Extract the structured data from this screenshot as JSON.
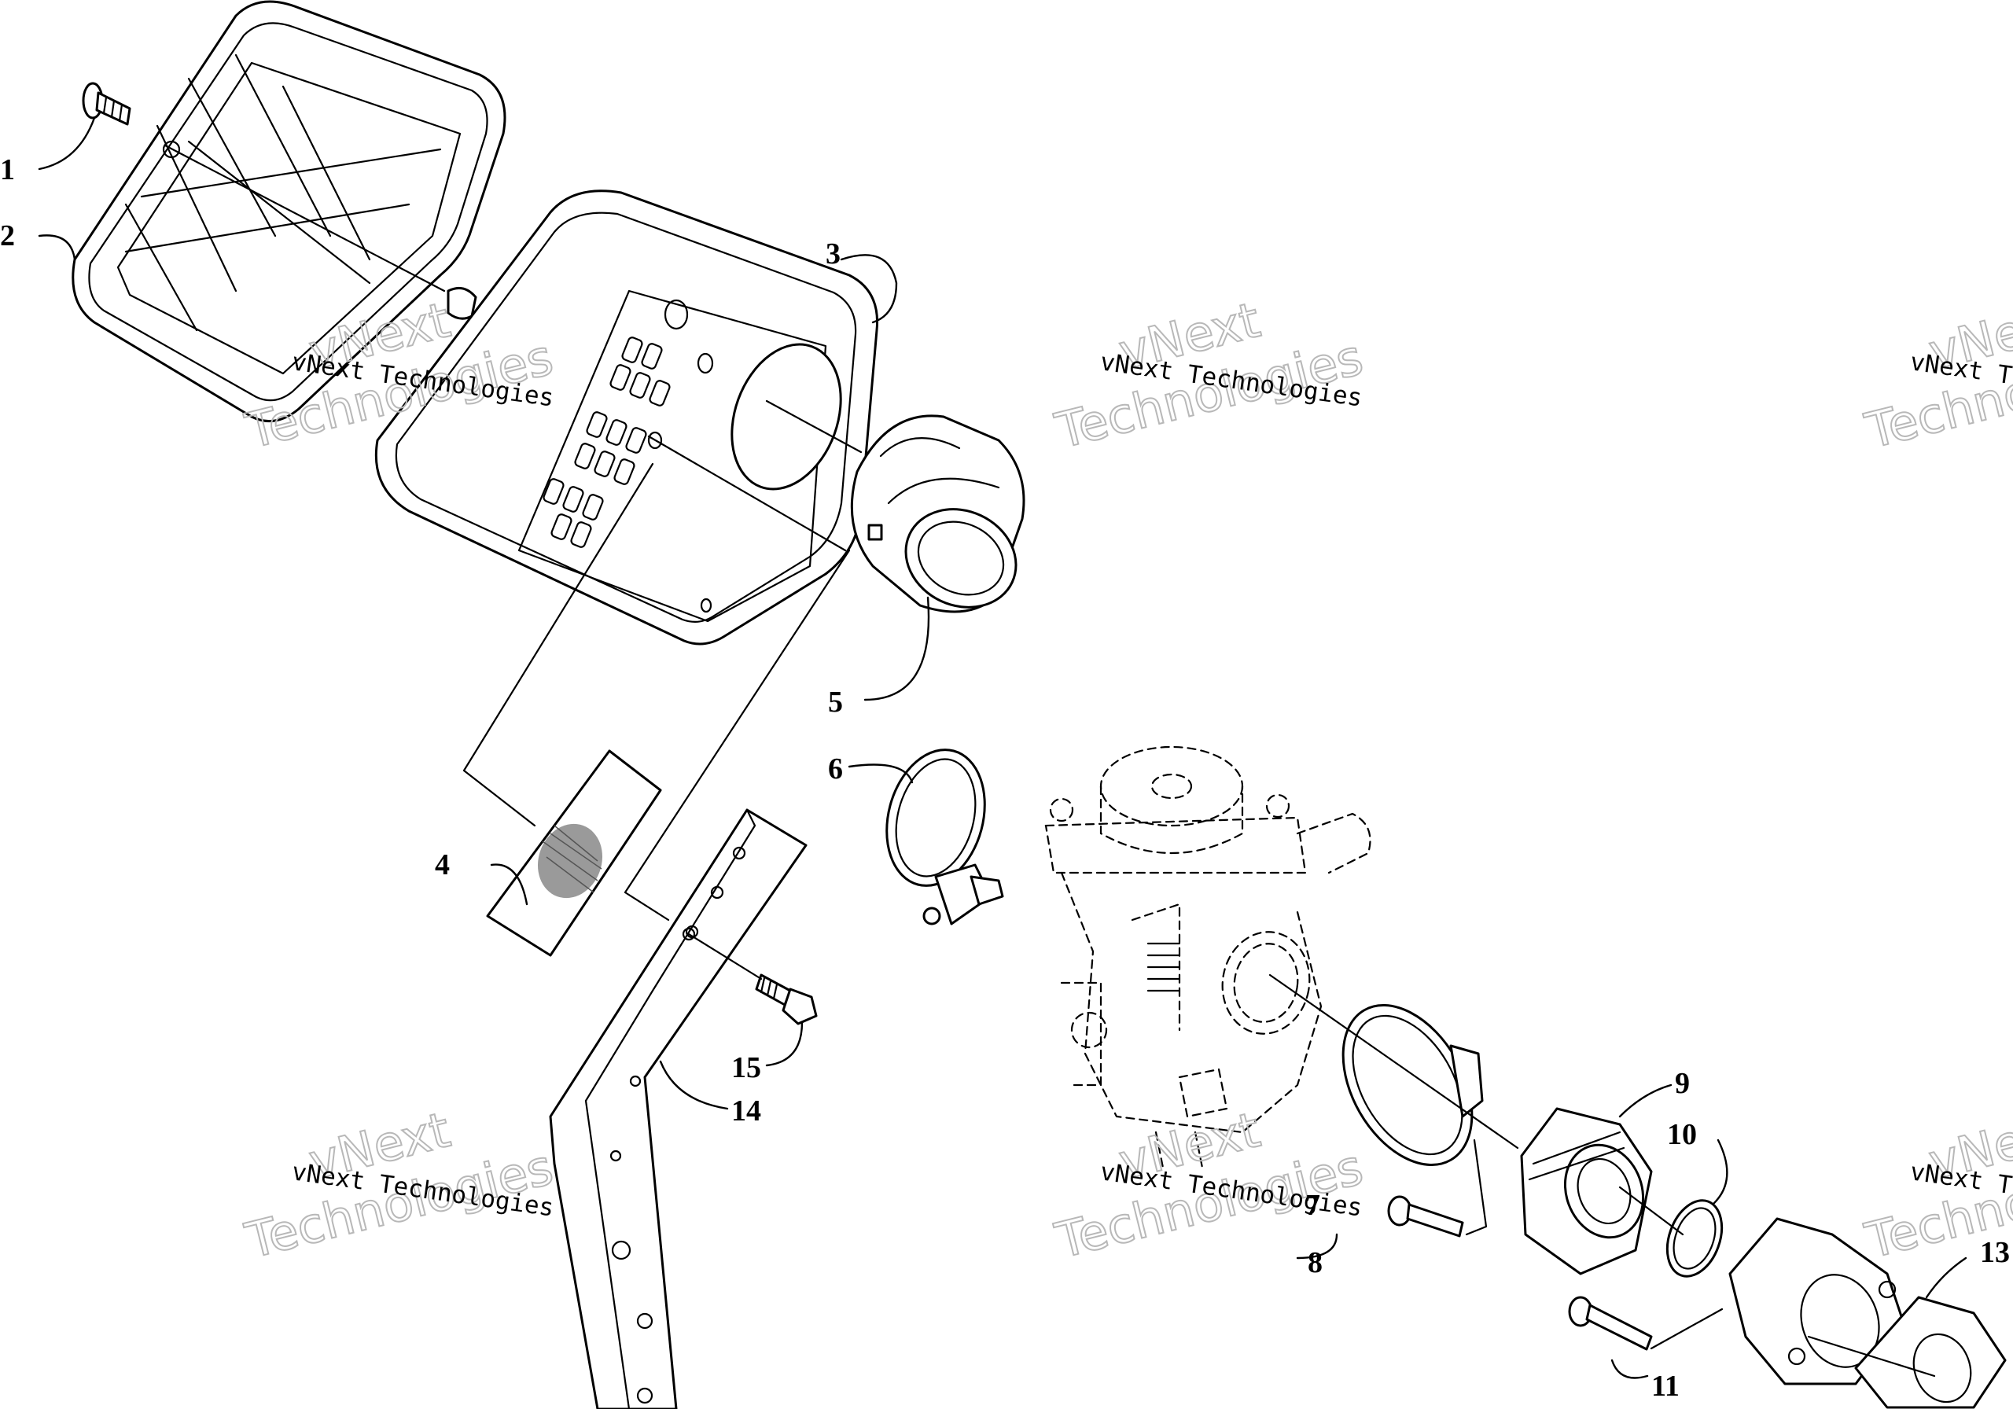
{
  "labels": {
    "l1": "1",
    "l2": "2",
    "l3": "3",
    "l4": "4",
    "l5": "5",
    "l6": "6",
    "l7": "7",
    "l8": "8",
    "l9": "9",
    "l10": "10",
    "l11": "11",
    "l13": "13",
    "l14": "14",
    "l15": "15"
  },
  "watermark": {
    "small": "vNext Technologies",
    "large_top": "vNext",
    "large_bottom": "Technologies"
  }
}
